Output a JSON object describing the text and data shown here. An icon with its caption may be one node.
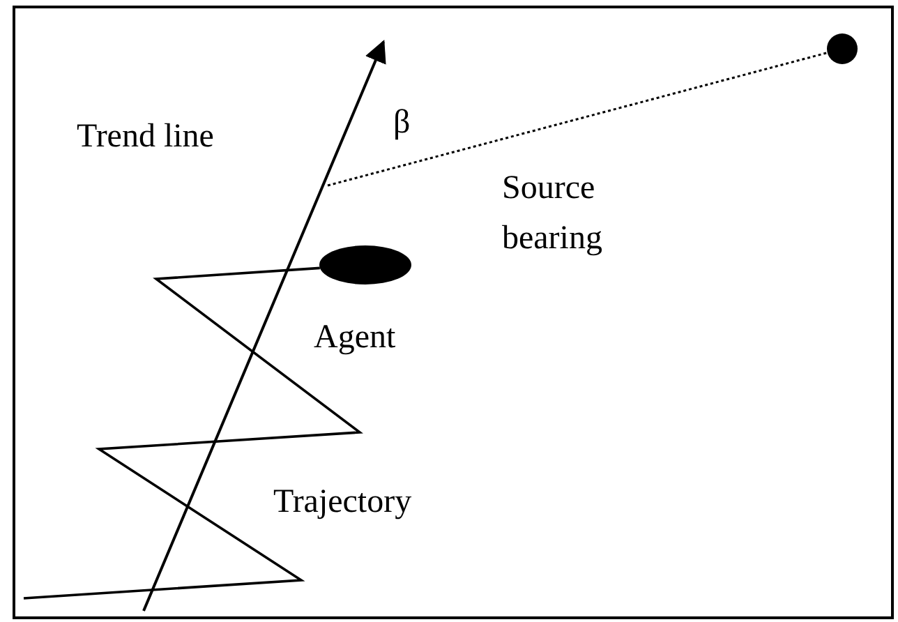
{
  "diagram": {
    "nodes": [
      {
        "text": [],
        "shape": "ellipse"
      },
      {
        "text": [],
        "shape": "circle"
      }
    ],
    "edges": [
      {
        "from": null,
        "to": 1,
        "arrow": "none",
        "style": "dashed"
      },
      {
        "from": null,
        "to": 0,
        "arrow": "none"
      }
    ],
    "labels": [
      "Trend line",
      "β",
      "Source bearing",
      "Agent",
      "Trajectory"
    ]
  }
}
